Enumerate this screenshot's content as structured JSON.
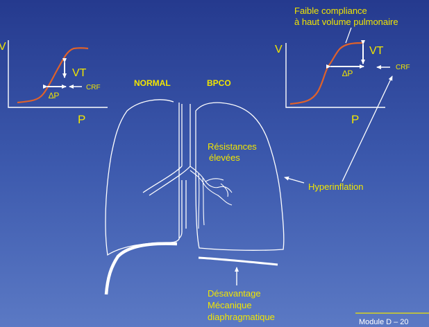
{
  "colors": {
    "yellow": "#f2e600",
    "white": "#ffffff",
    "curve": "#e0622a",
    "background_top": "#253a8e",
    "background_bottom": "#5b79c4"
  },
  "labels": {
    "normal": "NORMAL",
    "bpco": "BPCO",
    "faible_compliance_line1": "Faible compliance",
    "faible_compliance_line2": "à haut volume pulmonaire",
    "resistances_line1": "Résistances",
    "resistances_line2": "élevées",
    "hyperinflation": "Hyperinflation",
    "desavantage_line1": "Désavantage",
    "desavantage_line2": "Mécanique",
    "desavantage_line3": "diaphragmatique",
    "footer": "Module D – 20"
  },
  "left_graph": {
    "axis_y": "V",
    "axis_x": "P",
    "vt": "VT",
    "crf": "CRF",
    "delta_p": "∆P"
  },
  "right_graph": {
    "axis_y": "V",
    "axis_x": "P",
    "vt": "VT",
    "crf": "CRF",
    "delta_p": "∆P"
  }
}
